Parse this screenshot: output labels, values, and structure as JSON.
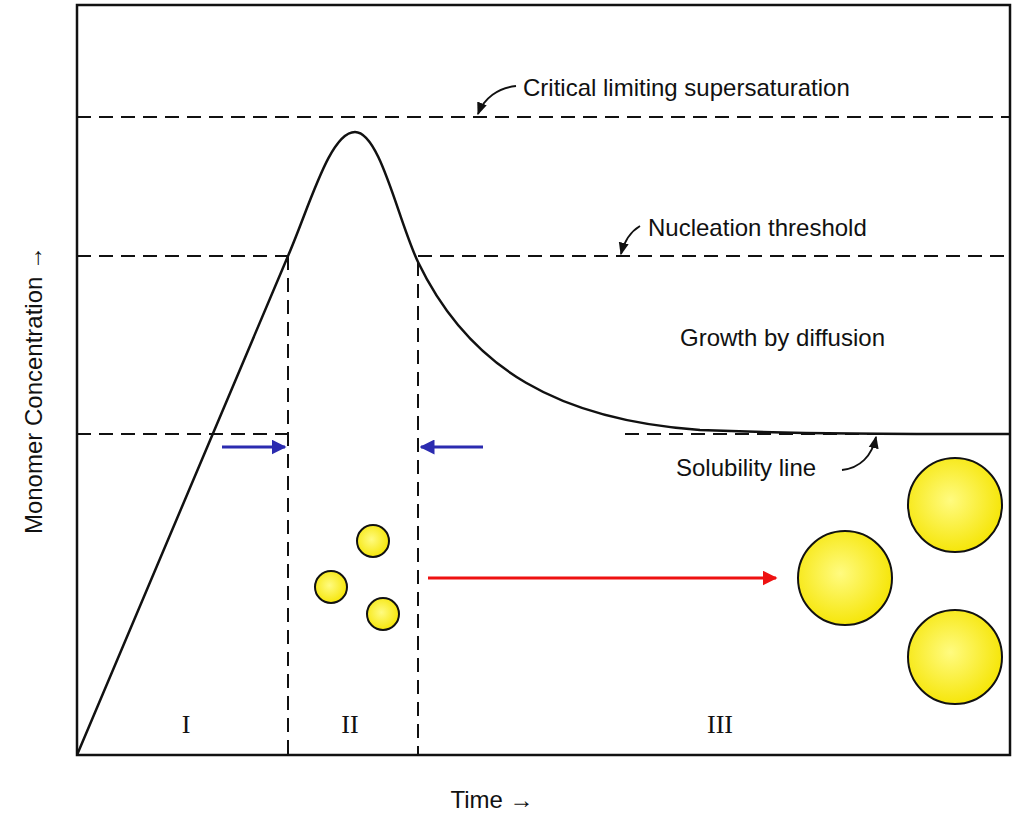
{
  "diagram": {
    "labels": [
      "Critical limiting supersaturation",
      "Nucleation threshold",
      "Growth by diffusion",
      "Solubility line",
      "I",
      "II",
      "III",
      "Monomer Concentration →",
      "Time →"
    ]
  }
}
